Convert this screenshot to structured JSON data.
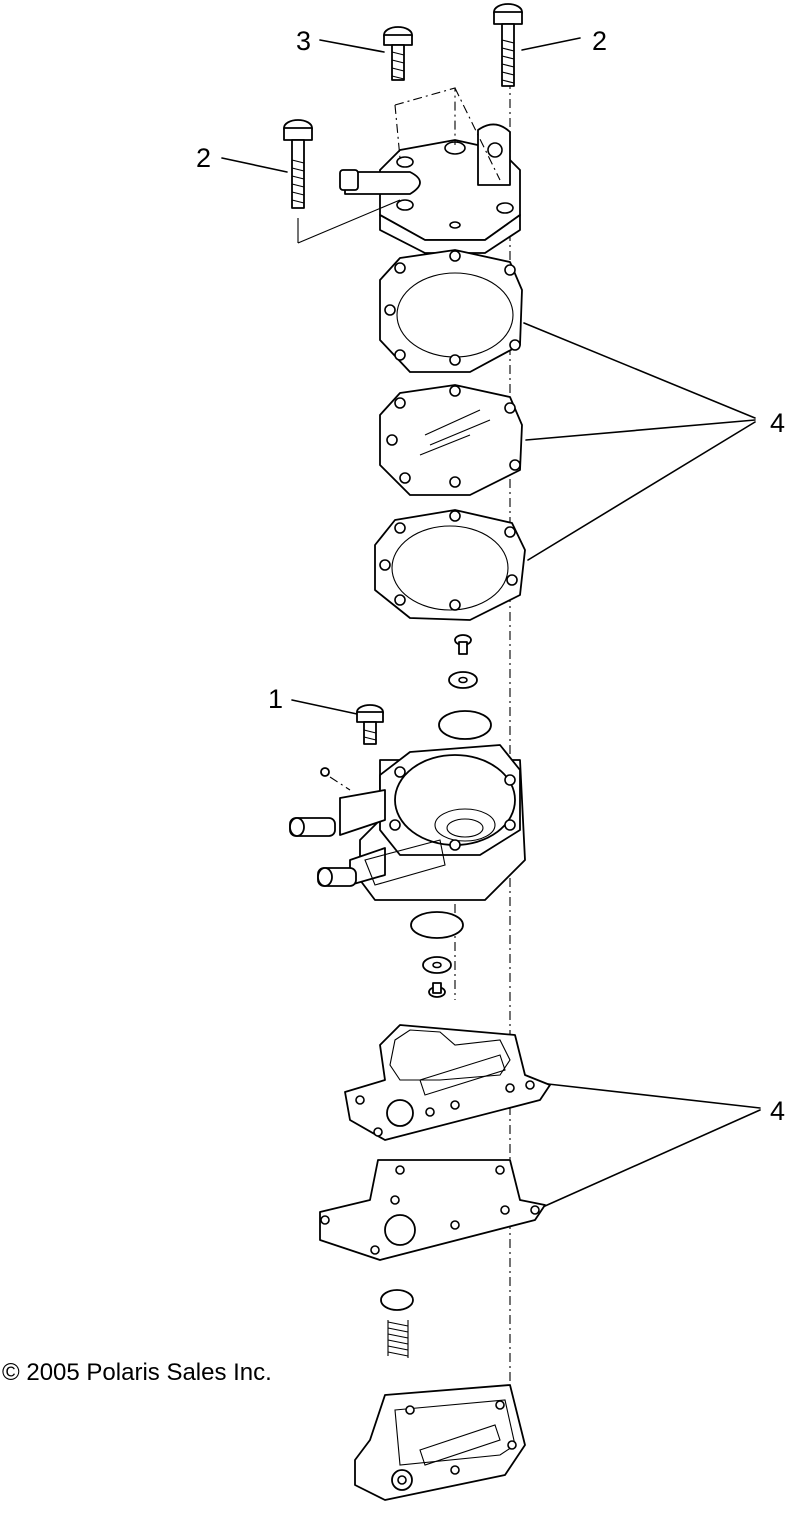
{
  "diagram": {
    "callouts": [
      {
        "id": "screw-3",
        "label": "3"
      },
      {
        "id": "screw-2-right",
        "label": "2"
      },
      {
        "id": "screw-2-left",
        "label": "2"
      },
      {
        "id": "gasket-set-upper",
        "label": "4"
      },
      {
        "id": "screw-1",
        "label": "1"
      },
      {
        "id": "gasket-set-lower",
        "label": "4"
      }
    ],
    "copyright": "© 2005 Polaris Sales Inc."
  }
}
